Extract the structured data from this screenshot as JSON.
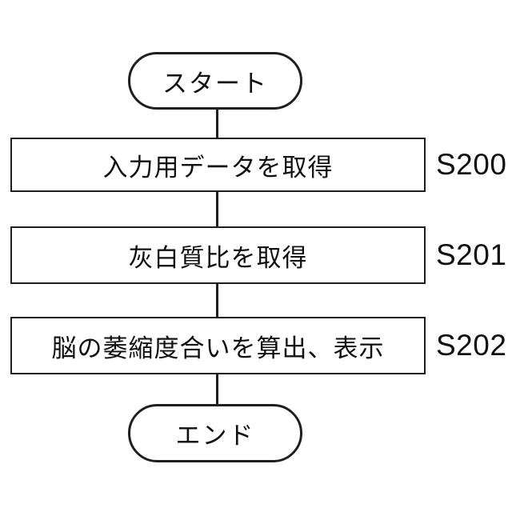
{
  "flowchart": {
    "title": "brain-atrophy-calculation-flow",
    "start_label": "スタート",
    "end_label": "エンド",
    "steps": [
      {
        "label": "入力用データを取得",
        "id": "S200"
      },
      {
        "label": "灰白質比を取得",
        "id": "S201"
      },
      {
        "label": "脳の萎縮度合いを算出、表示",
        "id": "S202"
      }
    ],
    "colors": {
      "stroke": "#1f1f1f",
      "text": "#111111",
      "background": "#ffffff"
    }
  }
}
